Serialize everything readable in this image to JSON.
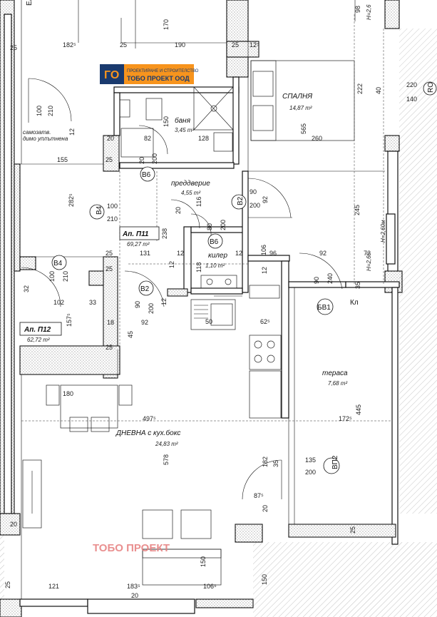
{
  "logo": {
    "line1": "ПРОЕКТИРАНЕ И СТРОИТЕЛСТВО",
    "line2": "ТОБО ПРОЕКТ ООД"
  },
  "watermark": "ТОБО ПРОЕКТ",
  "rooms": {
    "bedroom": {
      "name": "СПАЛНЯ",
      "area": "14,87 m²"
    },
    "bathroom": {
      "name": "баня",
      "area": "3,45 m²"
    },
    "hall": {
      "name": "преддверие",
      "area": "4,55 m²"
    },
    "storage": {
      "name": "килер",
      "area": "1,10 m²"
    },
    "terrace": {
      "name": "тераса",
      "area": "7,68 m²"
    },
    "living": {
      "name": "ДНЕВНА с кух.бокс",
      "area": "24,83 m²"
    }
  },
  "apartments": {
    "ap11": {
      "name": "Ап. П11",
      "area": "69,27 m²"
    },
    "ap12": {
      "name": "Ап. П12",
      "area": "62,72 m²"
    }
  },
  "door_tags": {
    "b6_top": "B6",
    "b6_mid": "B6",
    "b4_left": "B4",
    "b4_low": "B4",
    "b2_right": "B2",
    "b2_low": "B2",
    "bv1": "БВ1",
    "vp2": "ВП2",
    "ro_right": "RO"
  },
  "notes": {
    "self_close1": "самозатв.",
    "self_close2": "димо уплътнена",
    "h1": "H=2,60м",
    "h2": "H=2,6",
    "h3": "H=2,60",
    "kl": "Кл",
    "el": "Ел"
  },
  "dimensions": {
    "top_182": "182⁵",
    "top_25a": "25",
    "top_190": "190",
    "top_25b": "25",
    "top_12": "12⁵",
    "top_170": "170",
    "bed_222": "222",
    "bed_565": "565",
    "bed_260": "260",
    "bed_40": "40",
    "r_220": "220",
    "r_140": "140",
    "r_98": "98",
    "bath_82": "82",
    "bath_128": "128",
    "bath_150": "150",
    "bath_20": "20",
    "bath_12": "12",
    "l_100a": "100",
    "l_210a": "210",
    "l_155": "155",
    "l_25a": "25",
    "l_100b": "100",
    "l_210b": "210",
    "l_282": "282⁵",
    "d_20": "20",
    "d_200": "200",
    "hall_90": "90",
    "hall_200": "200",
    "hall_92": "92",
    "hall_116": "116",
    "hall_20": "20",
    "k_80": "80",
    "k_200": "200",
    "k_238": "238",
    "k_131": "131",
    "k_25": "25",
    "k_12a": "12",
    "k_12b": "12",
    "k_12c": "12",
    "k_118": "118",
    "k_106": "106",
    "k_96": "96",
    "k_92": "92",
    "k_72": "72",
    "t_245": "245",
    "t_90": "90",
    "t_240": "240",
    "t_35": "35",
    "t_12": "12",
    "l2_100": "100",
    "l2_210": "210",
    "l2_32": "32",
    "l2_102": "102",
    "l2_33": "33",
    "l2_157": "157⁵",
    "l2_18": "18",
    "l2_25a": "25",
    "l2_25b": "25",
    "b2_90": "90",
    "b2_200": "200",
    "b2_92": "92",
    "b2_12": "12",
    "b2_45": "45",
    "b2_62": "62⁵",
    "b2_50": "50",
    "liv_180": "180",
    "liv_497": "497⁵",
    "liv_578": "578",
    "liv_172": "172⁵",
    "liv_445": "445",
    "liv_182": "182",
    "liv_35": "35",
    "liv_135": "135",
    "liv_200": "200",
    "liv_87": "87⁵",
    "liv_20": "20",
    "liv_25": "25",
    "bot_121": "121",
    "bot_183": "183⁵",
    "bot_106": "106⁵",
    "bot_20": "20",
    "bot_150a": "150",
    "bot_150b": "150",
    "bot_25": "25",
    "left_25": "25",
    "left_20": "20"
  }
}
